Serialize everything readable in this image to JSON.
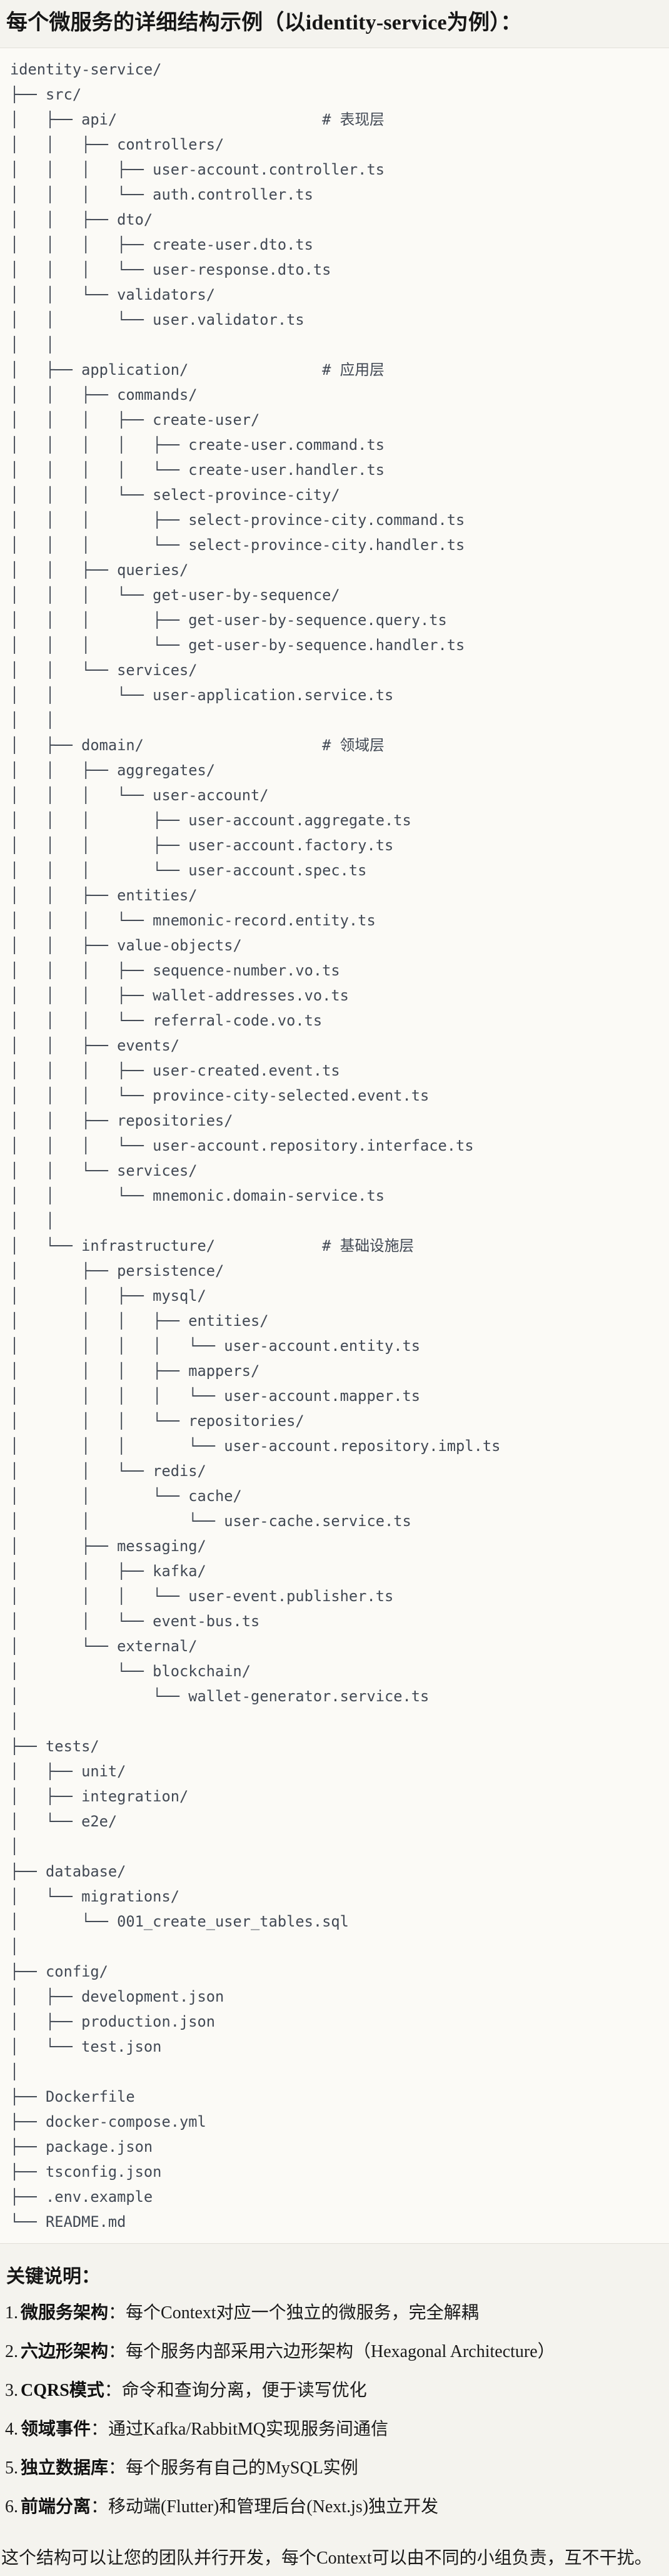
{
  "page": {
    "title": "每个微服务的详细结构示例（以identity-service为例）："
  },
  "tree": {
    "lines": [
      "identity-service/",
      "├── src/",
      "│   ├── api/                       # 表现层",
      "│   │   ├── controllers/",
      "│   │   │   ├── user-account.controller.ts",
      "│   │   │   └── auth.controller.ts",
      "│   │   ├── dto/",
      "│   │   │   ├── create-user.dto.ts",
      "│   │   │   └── user-response.dto.ts",
      "│   │   └── validators/",
      "│   │       └── user.validator.ts",
      "│   │",
      "│   ├── application/               # 应用层",
      "│   │   ├── commands/",
      "│   │   │   ├── create-user/",
      "│   │   │   │   ├── create-user.command.ts",
      "│   │   │   │   └── create-user.handler.ts",
      "│   │   │   └── select-province-city/",
      "│   │   │       ├── select-province-city.command.ts",
      "│   │   │       └── select-province-city.handler.ts",
      "│   │   ├── queries/",
      "│   │   │   └── get-user-by-sequence/",
      "│   │   │       ├── get-user-by-sequence.query.ts",
      "│   │   │       └── get-user-by-sequence.handler.ts",
      "│   │   └── services/",
      "│   │       └── user-application.service.ts",
      "│   │",
      "│   ├── domain/                    # 领域层",
      "│   │   ├── aggregates/",
      "│   │   │   └── user-account/",
      "│   │   │       ├── user-account.aggregate.ts",
      "│   │   │       ├── user-account.factory.ts",
      "│   │   │       └── user-account.spec.ts",
      "│   │   ├── entities/",
      "│   │   │   └── mnemonic-record.entity.ts",
      "│   │   ├── value-objects/",
      "│   │   │   ├── sequence-number.vo.ts",
      "│   │   │   ├── wallet-addresses.vo.ts",
      "│   │   │   └── referral-code.vo.ts",
      "│   │   ├── events/",
      "│   │   │   ├── user-created.event.ts",
      "│   │   │   └── province-city-selected.event.ts",
      "│   │   ├── repositories/",
      "│   │   │   └── user-account.repository.interface.ts",
      "│   │   └── services/",
      "│   │       └── mnemonic.domain-service.ts",
      "│   │",
      "│   └── infrastructure/            # 基础设施层",
      "│       ├── persistence/",
      "│       │   ├── mysql/",
      "│       │   │   ├── entities/",
      "│       │   │   │   └── user-account.entity.ts",
      "│       │   │   ├── mappers/",
      "│       │   │   │   └── user-account.mapper.ts",
      "│       │   │   └── repositories/",
      "│       │   │       └── user-account.repository.impl.ts",
      "│       │   └── redis/",
      "│       │       └── cache/",
      "│       │           └── user-cache.service.ts",
      "│       ├── messaging/",
      "│       │   ├── kafka/",
      "│       │   │   └── user-event.publisher.ts",
      "│       │   └── event-bus.ts",
      "│       └── external/",
      "│           └── blockchain/",
      "│               └── wallet-generator.service.ts",
      "│",
      "├── tests/",
      "│   ├── unit/",
      "│   ├── integration/",
      "│   └── e2e/",
      "│",
      "├── database/",
      "│   └── migrations/",
      "│       └── 001_create_user_tables.sql",
      "│",
      "├── config/",
      "│   ├── development.json",
      "│   ├── production.json",
      "│   └── test.json",
      "│",
      "├── Dockerfile",
      "├── docker-compose.yml",
      "├── package.json",
      "├── tsconfig.json",
      "├── .env.example",
      "└── README.md"
    ]
  },
  "notes": {
    "heading": "关键说明：",
    "items": [
      {
        "num": "1.",
        "term": "微服务架构",
        "desc": "：每个Context对应一个独立的微服务，完全解耦"
      },
      {
        "num": "2.",
        "term": "六边形架构",
        "desc": "：每个服务内部采用六边形架构（Hexagonal Architecture）"
      },
      {
        "num": "3.",
        "term": "CQRS模式",
        "desc": "：命令和查询分离，便于读写优化"
      },
      {
        "num": "4.",
        "term": "领域事件",
        "desc": "：通过Kafka/RabbitMQ实现服务间通信"
      },
      {
        "num": "5.",
        "term": "独立数据库",
        "desc": "：每个服务有自己的MySQL实例"
      },
      {
        "num": "6.",
        "term": "前端分离",
        "desc": "：移动端(Flutter)和管理后台(Next.js)独立开发"
      }
    ]
  },
  "footer": {
    "text": "这个结构可以让您的团队并行开发，每个Context可以由不同的小组负责，互不干扰。"
  }
}
